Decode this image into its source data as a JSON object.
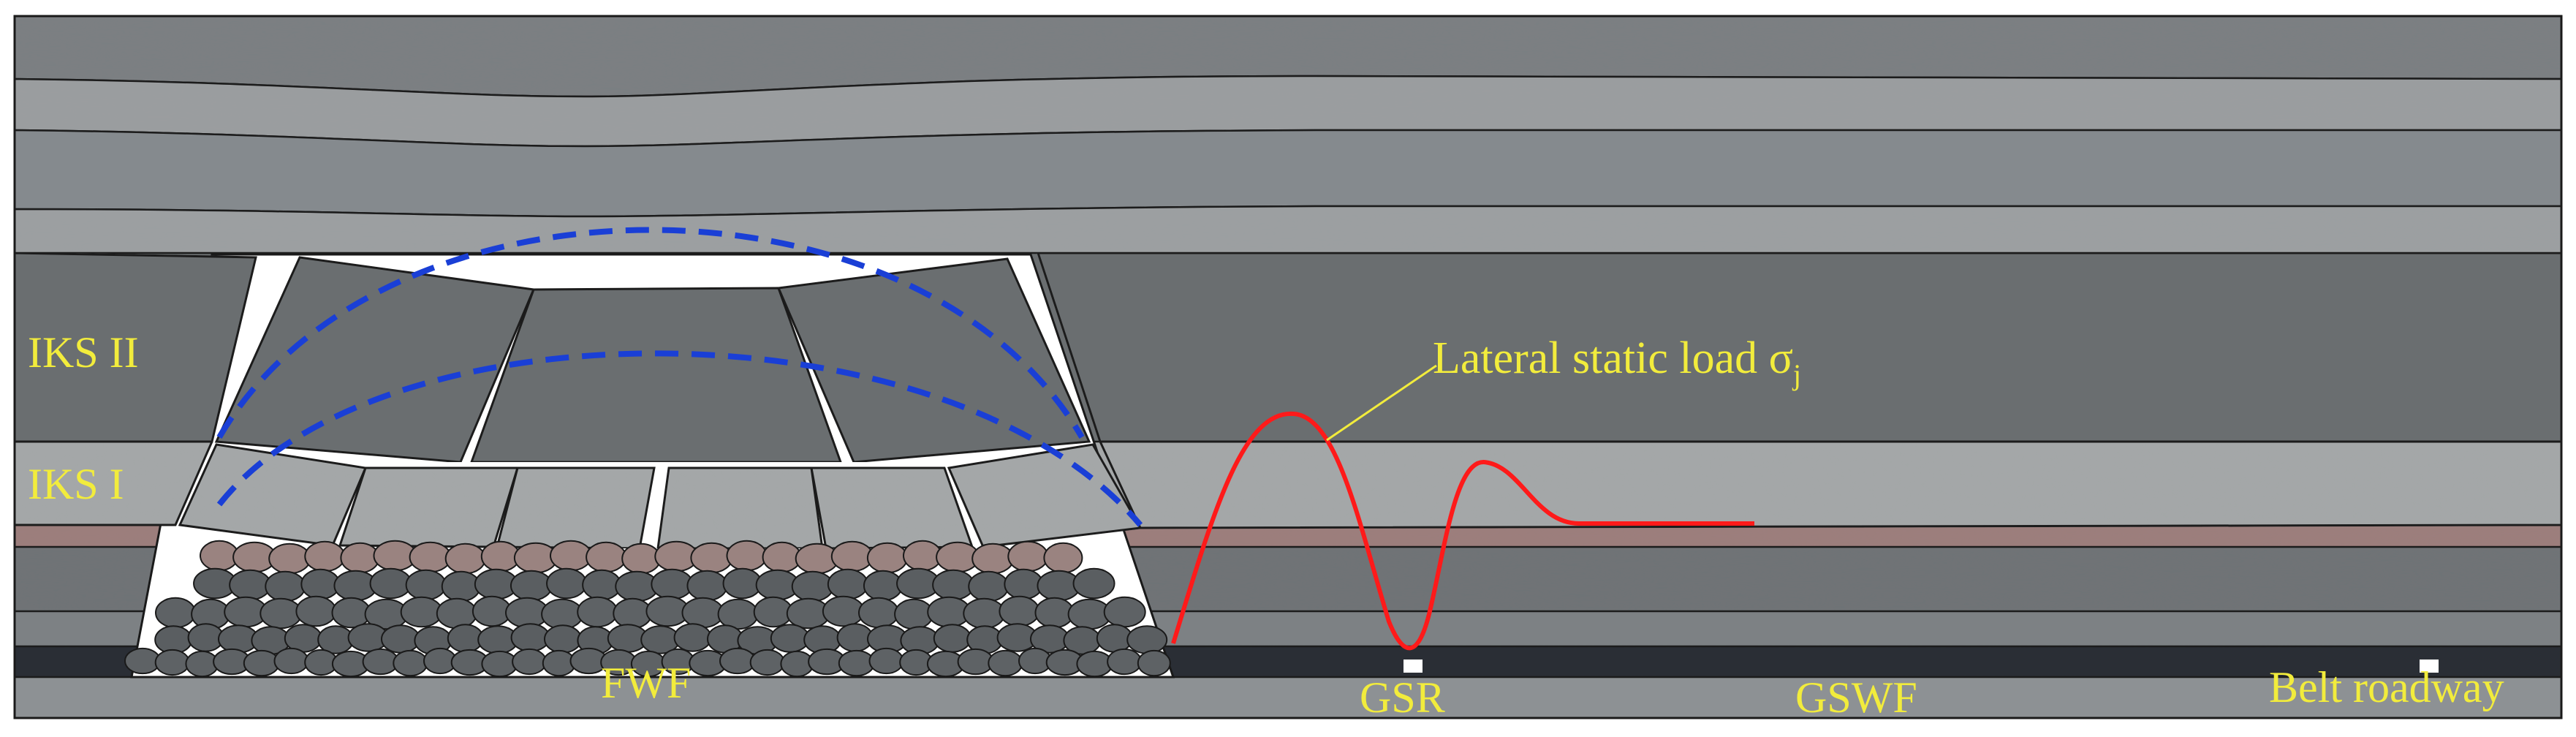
{
  "labels": {
    "iks2": "IKS II",
    "iks1": "IKS I",
    "lateral_load": "Lateral static load σ",
    "lateral_load_sub": "j",
    "fwf": "FWF",
    "gsr": "GSR",
    "gswf": "GSWF",
    "belt": "Belt roadway"
  },
  "colors": {
    "label": "#f2ec3c",
    "stress_curve": "#ff1a1a",
    "arch_lines": "#1a3fd6",
    "gob_fill": "#ffffff",
    "rock_dark": "#5a5e61",
    "rock_mid": "#8a8e91",
    "rock_light": "#a8acae",
    "coal": "#2a2f36",
    "mudstone": "#9c7e7c"
  }
}
